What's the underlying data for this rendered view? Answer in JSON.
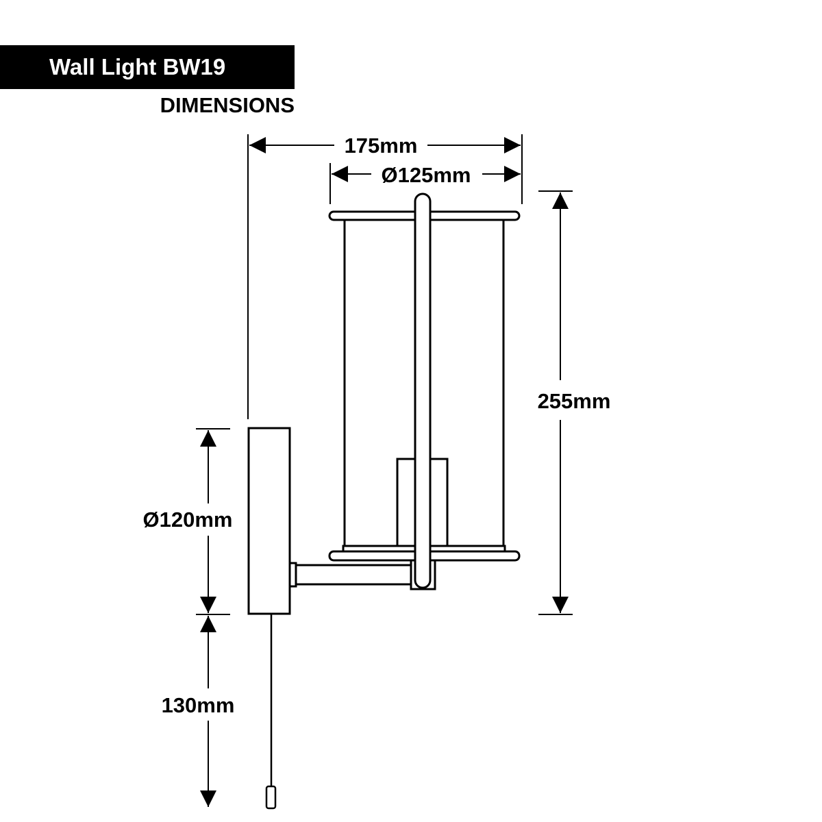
{
  "header": {
    "title": "Wall Light BW19",
    "subtitle": "DIMENSIONS"
  },
  "dimensions": {
    "overall_width": "175mm",
    "shade_diameter": "Ø125mm",
    "height": "255mm",
    "backplate_diameter": "Ø120mm",
    "pull_cord_length": "130mm"
  },
  "colors": {
    "line": "#000000",
    "background": "#ffffff",
    "title_bar": "#000000",
    "title_text": "#ffffff"
  }
}
